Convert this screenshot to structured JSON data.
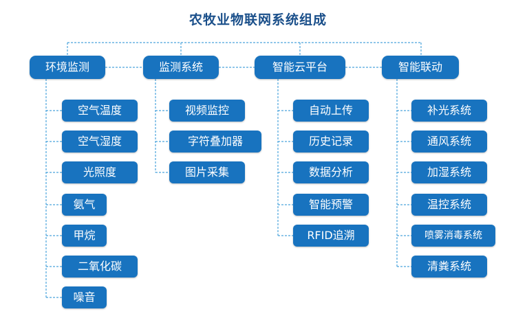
{
  "title": "农牧业物联网系统组成",
  "colors": {
    "box": "#1873bf",
    "line": "#4aa3dc",
    "title": "#1a4f8a"
  },
  "categories": [
    {
      "label": "环境监测",
      "items": [
        "空气温度",
        "空气湿度",
        "光照度",
        "氨气",
        "甲烷",
        "二氧化碳",
        "噪音"
      ]
    },
    {
      "label": "监测系统",
      "items": [
        "视频监控",
        "字符叠加器",
        "图片采集"
      ]
    },
    {
      "label": "智能云平台",
      "items": [
        "自动上传",
        "历史记录",
        "数据分析",
        "智能预警",
        "RFID追溯"
      ]
    },
    {
      "label": "智能联动",
      "items": [
        "补光系统",
        "通风系统",
        "加湿系统",
        "温控系统",
        "喷雾消毒系统",
        "清粪系统"
      ]
    }
  ]
}
